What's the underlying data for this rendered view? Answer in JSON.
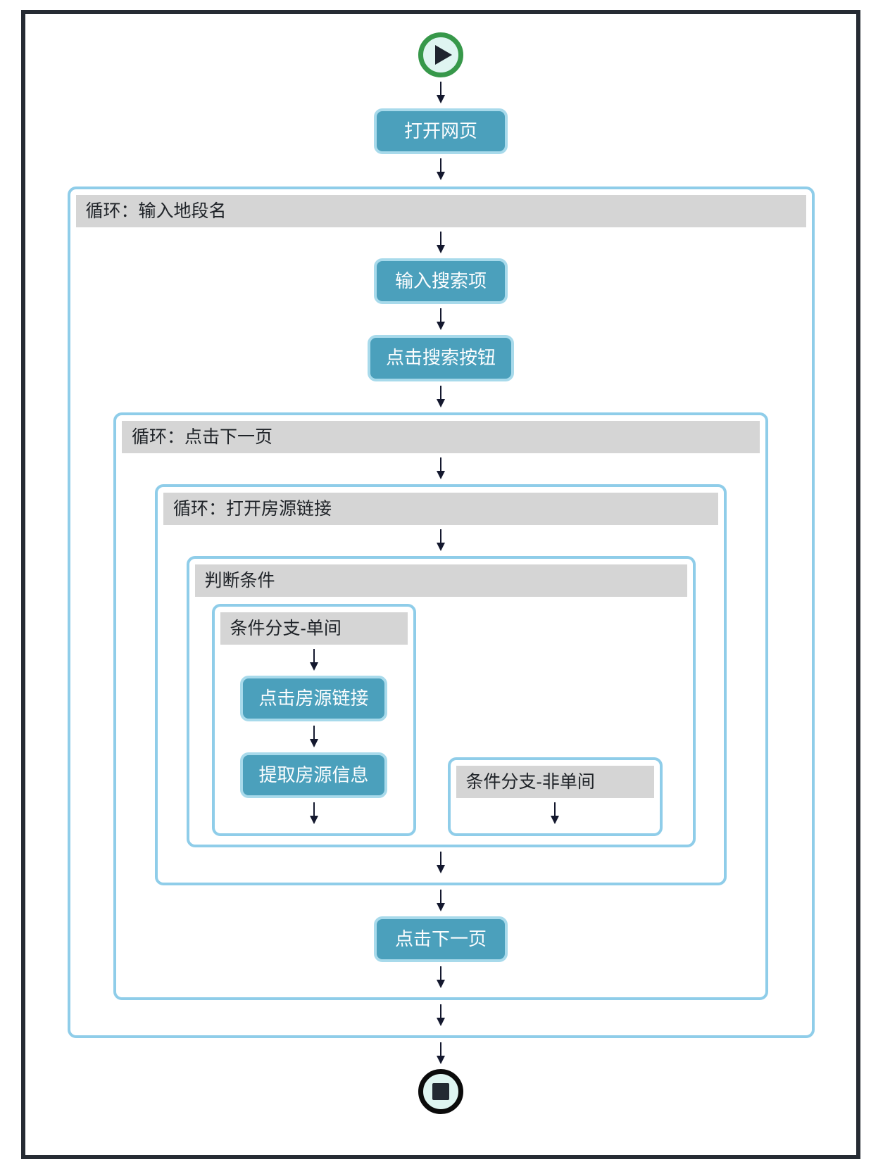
{
  "colors": {
    "frame_border": "#262B33",
    "container_border": "#8FCDE9",
    "header_bg": "#D5D5D5",
    "header_text": "#1F2328",
    "step_bg": "#4BA0BC",
    "step_border": "#A8DAEB",
    "step_text": "#FBFDFE",
    "start_ring": "#37984A",
    "end_ring": "#0B0B0B",
    "terminal_fill": "#DFF5F1",
    "arrow": "#14182E"
  },
  "workflow": {
    "steps": {
      "open_page": "打开网页",
      "input_search": "输入搜索项",
      "click_search": "点击搜索按钮",
      "click_listing": "点击房源链接",
      "extract_listing": "提取房源信息",
      "click_next_page": "点击下一页"
    },
    "loops": {
      "input_area": "循环：输入地段名",
      "next_page": "循环：点击下一页",
      "open_listing": "循环：打开房源链接"
    },
    "condition": {
      "title": "判断条件",
      "branch_single": "条件分支-单间",
      "branch_non_single": "条件分支-非单间"
    }
  }
}
